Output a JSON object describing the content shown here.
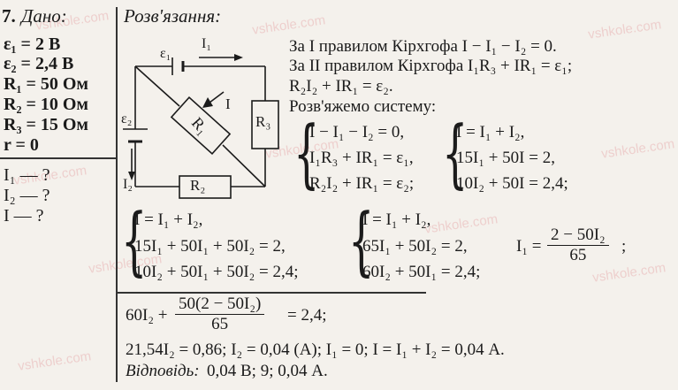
{
  "header": {
    "number": "7.",
    "given_label": "Дано:",
    "solution_label": "Розв'язання:"
  },
  "given": [
    "ε₁ = 2 В",
    "ε₂ = 2,4 В",
    "R₁ = 50 Ом",
    "R₂ = 10 Ом",
    "R₃ = 15 Ом",
    "r = 0"
  ],
  "find": [
    "I₁ — ?",
    "I₂ — ?",
    "I — ?"
  ],
  "diagram": {
    "e1": "ε₁",
    "e2": "ε₂",
    "i1": "I₁",
    "i2": "I₂",
    "i": "I",
    "r1": "R₁",
    "r2": "R₂",
    "r3": "R₃"
  },
  "rules": [
    "За I правилом Кірхгофа I − I₁ − I₂ = 0.",
    "За II правилом Кірхгофа I₁R₃ + IR₁ = ε₁;",
    "R₂I₂ + IR₁ = ε₂.",
    "Розв'яжемо систему:"
  ],
  "system1": [
    "I − I₁ − I₂ = 0,",
    "I₁R₃ + IR₁ = ε₁,",
    "R₂I₂ + IR₁ = ε₂;"
  ],
  "system2": [
    "I = I₁ + I₂,",
    "15I₁ + 50I = 2,",
    "10I₂ + 50I = 2,4;"
  ],
  "system3": [
    "I = I₁ + I₂,",
    "15I₁ + 50I₁ + 50I₂ = 2,",
    "10I₂ + 50I₁ + 50I₂ = 2,4;"
  ],
  "system4": [
    "I = I₁ + I₂,",
    "65I₁ + 50I₂ = 2,",
    "60I₂ + 50I₁ = 2,4;"
  ],
  "i1_expr": {
    "lhs": "I₁ =",
    "num": "2 − 50I₂",
    "den": "65",
    "tail": ";"
  },
  "eq_line": {
    "lhs": "60I₂ +",
    "num": "50(2 − 50I₂)",
    "den": "65",
    "rhs": "= 2,4;"
  },
  "result_line": "21,54I₂ = 0,86; I₂ = 0,04 (А); I₁ = 0; I = I₁ + I₂ = 0,04 А.",
  "answer": {
    "label": "Відповідь:",
    "text": "0,04 В; 9; 0,04 А."
  },
  "watermark": "vshkole.com",
  "colors": {
    "background": "#f4f1ec",
    "ink": "#1b1b1b",
    "watermark": "#e9b4b4"
  }
}
